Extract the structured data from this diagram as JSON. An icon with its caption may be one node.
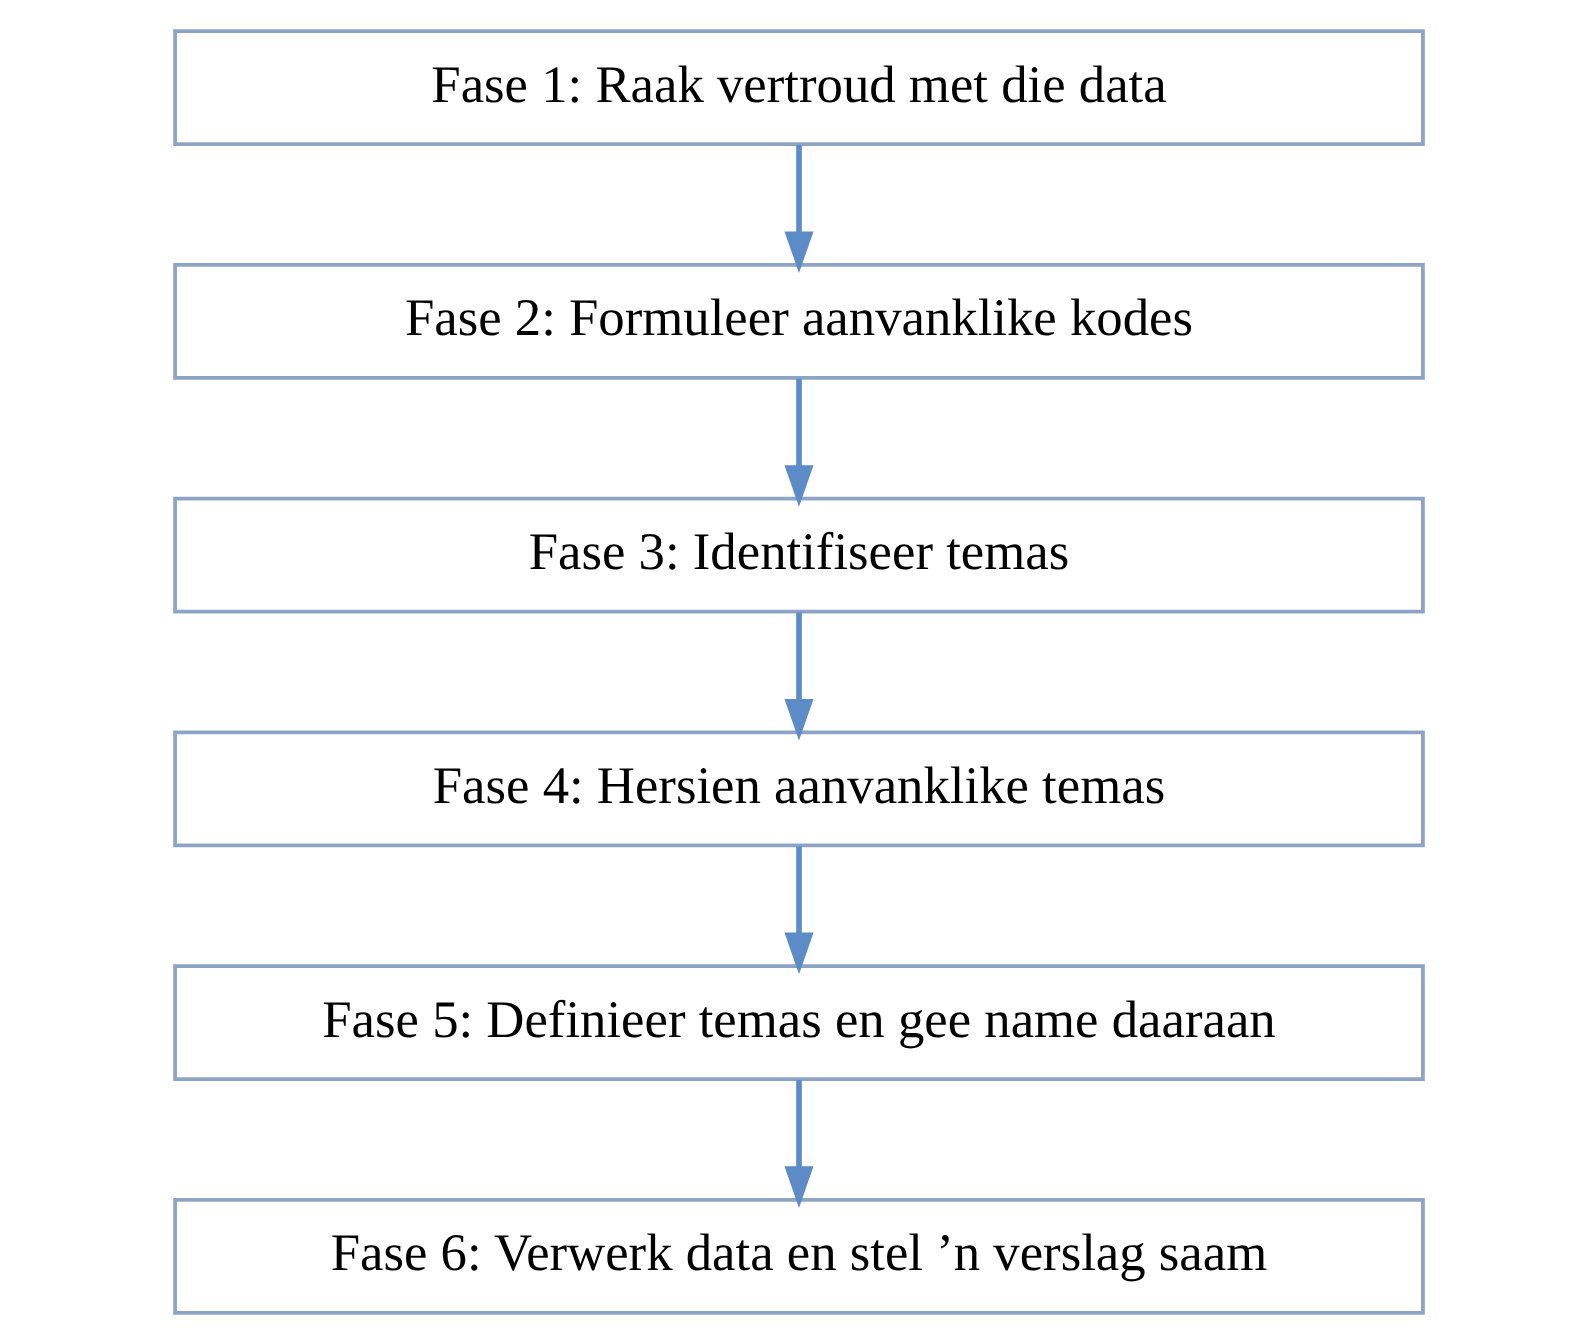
{
  "diagram": {
    "nodes": [
      {
        "text": [
          "Fase 1: Raak vertroud met die data"
        ]
      },
      {
        "text": [
          "Fase 2: Formuleer aanvanklike kodes"
        ]
      },
      {
        "text": [
          "Fase 3: Identifiseer temas"
        ]
      },
      {
        "text": [
          "Fase 4: Hersien aanvanklike temas"
        ]
      },
      {
        "text": [
          "Fase 5: Definieer temas en gee name daaraan"
        ]
      },
      {
        "text": [
          "Fase 6: Verwerk data en stel ’n verslag saam"
        ]
      }
    ],
    "edges": [
      {
        "from": 0,
        "to": 1,
        "arrow": "to"
      },
      {
        "from": 1,
        "to": 2,
        "arrow": "to"
      },
      {
        "from": 2,
        "to": 3,
        "arrow": "to"
      },
      {
        "from": 3,
        "to": 4,
        "arrow": "to"
      },
      {
        "from": 4,
        "to": 5,
        "arrow": "to"
      }
    ]
  }
}
